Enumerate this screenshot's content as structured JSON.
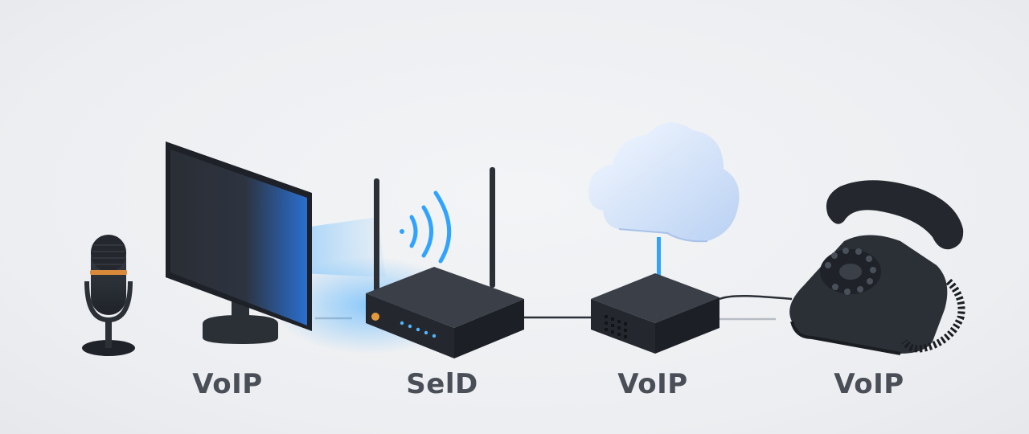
{
  "labels": {
    "computer": "VoIP",
    "router": "SelD",
    "voip_box": "VoIP",
    "phone": "VoIP"
  },
  "colors": {
    "background": "#eceef1",
    "device_dark": "#2b2f36",
    "signal_blue": "#2fa3ff",
    "cloud": "#cfe0f7",
    "label_text": "#4a4f57"
  },
  "icons": [
    "microphone-icon",
    "monitor-icon",
    "router-icon",
    "wifi-signal-icon",
    "cloud-icon",
    "voip-adapter-icon",
    "rotary-phone-icon"
  ]
}
